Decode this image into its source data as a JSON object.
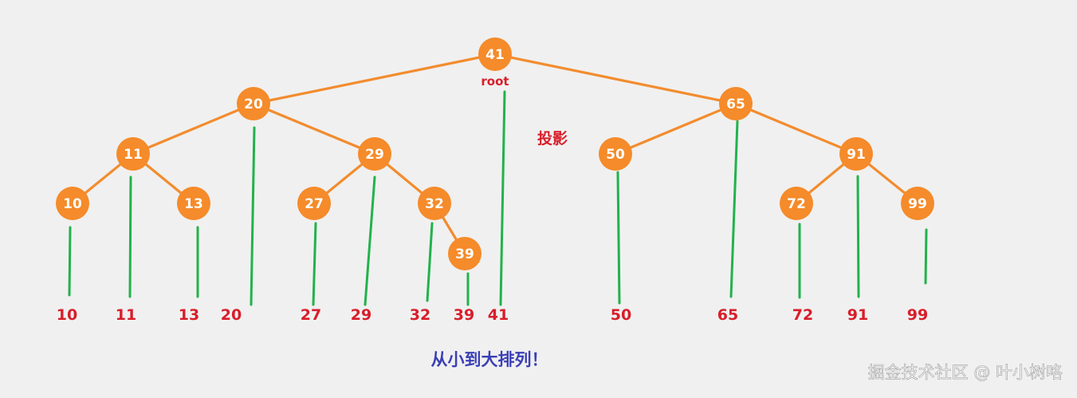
{
  "diagram": {
    "root_label": "root",
    "projection_label": "投影",
    "caption": "从小到大排列！",
    "watermark": "掘金技术社区 @ 叶小树咯",
    "colors": {
      "node": "#f58b2a",
      "edge": "#f28c2e",
      "projection_line": "#22b24c",
      "value_text": "#d81e2a",
      "caption_text": "#3b3fb5"
    },
    "nodes": [
      {
        "value": "41"
      },
      {
        "value": "20"
      },
      {
        "value": "65"
      },
      {
        "value": "11"
      },
      {
        "value": "29"
      },
      {
        "value": "50"
      },
      {
        "value": "91"
      },
      {
        "value": "10"
      },
      {
        "value": "13"
      },
      {
        "value": "27"
      },
      {
        "value": "32"
      },
      {
        "value": "72"
      },
      {
        "value": "99"
      },
      {
        "value": "39"
      }
    ],
    "edges": [
      [
        "41",
        "20"
      ],
      [
        "41",
        "65"
      ],
      [
        "20",
        "11"
      ],
      [
        "20",
        "29"
      ],
      [
        "11",
        "10"
      ],
      [
        "11",
        "13"
      ],
      [
        "29",
        "27"
      ],
      [
        "29",
        "32"
      ],
      [
        "32",
        "39"
      ],
      [
        "65",
        "50"
      ],
      [
        "65",
        "91"
      ],
      [
        "91",
        "72"
      ],
      [
        "91",
        "99"
      ]
    ],
    "sorted_values": [
      "10",
      "11",
      "13",
      "20",
      "27",
      "29",
      "32",
      "39",
      "41",
      "50",
      "65",
      "72",
      "91",
      "99"
    ]
  }
}
